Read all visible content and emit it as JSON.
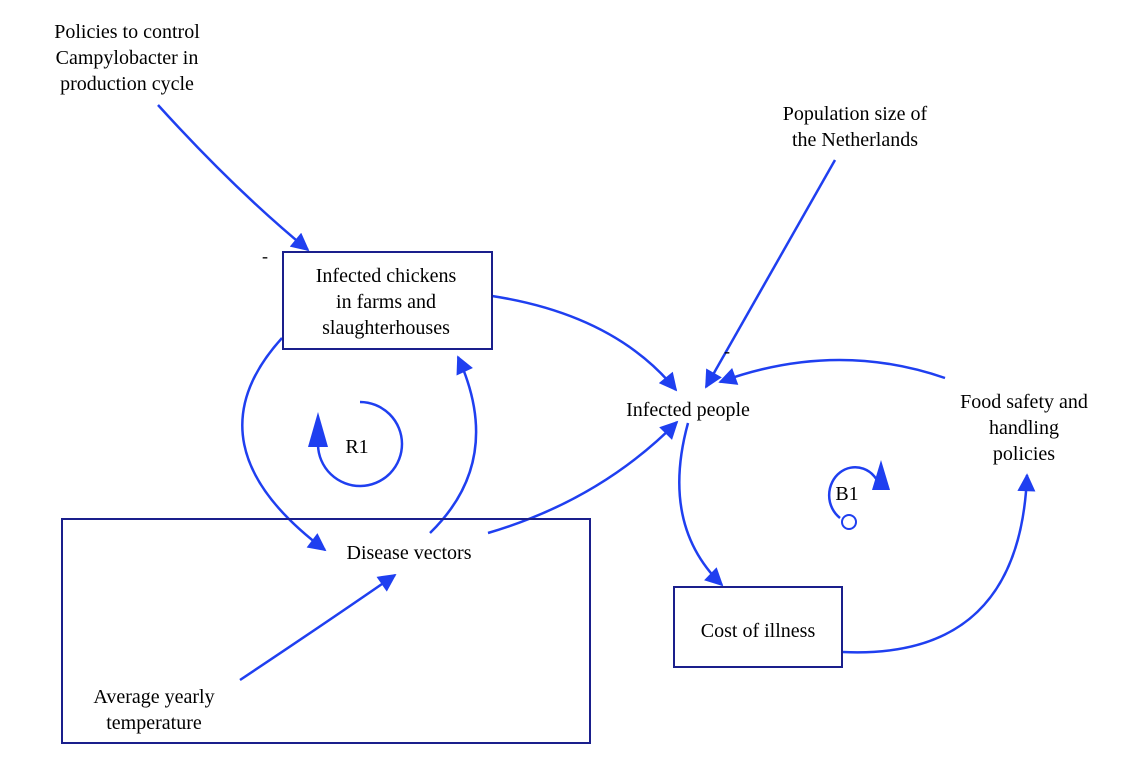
{
  "colors": {
    "arrow": "#1f3ff0",
    "box": "#1a1f8c",
    "text": "#000000"
  },
  "nodes": {
    "policies_campylobacter": [
      "Policies to control",
      "Campylobacter in",
      "production cycle"
    ],
    "population_size": [
      "Population size of",
      "the Netherlands"
    ],
    "infected_chickens": [
      "Infected chickens",
      "in farms and",
      "slaughterhouses"
    ],
    "infected_people": [
      "Infected people"
    ],
    "food_safety": [
      "Food safety and",
      "handling",
      "policies"
    ],
    "disease_vectors": [
      "Disease vectors"
    ],
    "cost_of_illness": [
      "Cost of illness"
    ],
    "average_temperature": [
      "Average yearly",
      "temperature"
    ]
  },
  "loops": {
    "r1": "R1",
    "b1": "B1"
  },
  "signs": {
    "policies_link": "-",
    "food_safety_link": "-"
  }
}
